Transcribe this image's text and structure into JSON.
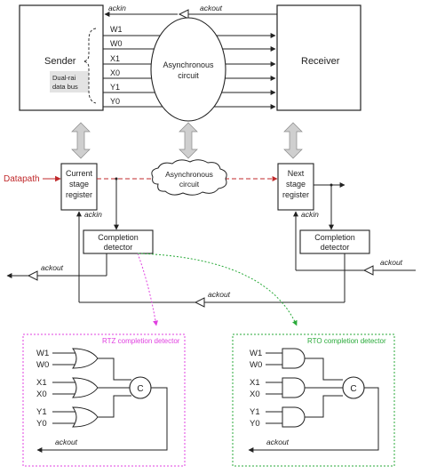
{
  "top": {
    "sender": "Sender",
    "dual_rail_line1": "Dual-rai",
    "dual_rail_line2": "data bus",
    "receiver": "Receiver",
    "async_line1": "Asynchronous",
    "async_line2": "circuit",
    "ackin": "ackin",
    "ackout": "ackout",
    "signals": [
      "W1",
      "W0",
      "X1",
      "X0",
      "Y1",
      "Y0"
    ]
  },
  "middle": {
    "datapath": "Datapath",
    "current_line1": "Current",
    "current_line2": "stage",
    "current_line3": "register",
    "async_line1": "Asynchronous",
    "async_line2": "circuit",
    "next_line1": "Next",
    "next_line2": "stage",
    "next_line3": "register",
    "ackin_left": "ackin",
    "ackin_right": "ackin",
    "cd_left_line1": "Completion",
    "cd_left_line2": "detector",
    "cd_right_line1": "Completion",
    "cd_right_line2": "detector",
    "ackout_left": "ackout",
    "ackout_right": "ackout",
    "ackout_bottom": "ackout"
  },
  "rtz": {
    "title": "RTZ completion detector",
    "inputs": [
      "W1",
      "W0",
      "X1",
      "X0",
      "Y1",
      "Y0"
    ],
    "c_label": "C",
    "ackout": "ackout"
  },
  "rto": {
    "title": "RTO completion detector",
    "inputs": [
      "W1",
      "W0",
      "X1",
      "X0",
      "Y1",
      "Y0"
    ],
    "c_label": "C",
    "ackout": "ackout"
  },
  "colors": {
    "datapath": "#c0292b",
    "rtz": "#e040e0",
    "rto": "#2aaa3a",
    "arrow_fill": "#cfcfcf"
  }
}
